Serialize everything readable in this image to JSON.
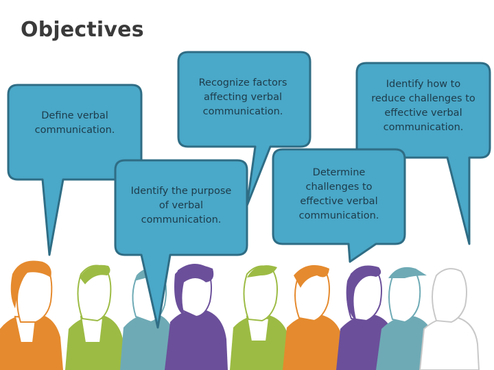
{
  "title": "Objectives",
  "bubbles": [
    {
      "text": "Define verbal communication."
    },
    {
      "text": "Recognize factors affecting verbal communication."
    },
    {
      "text": "Identify how to reduce challenges to effective verbal communication."
    },
    {
      "text": "Identify the purpose of verbal communication."
    },
    {
      "text": "Determine challenges to effective verbal communication."
    }
  ],
  "colors": {
    "bubble_fill": "#4aa8c8",
    "bubble_border": "#2f6d85",
    "title": "#3a3a3a",
    "orange": "#e58a2e",
    "green": "#9cbb44",
    "teal": "#6eaab5",
    "purple": "#6b4f9a",
    "gray_outline": "#c8c8c8"
  },
  "people_icon": "people-group-silhouette"
}
